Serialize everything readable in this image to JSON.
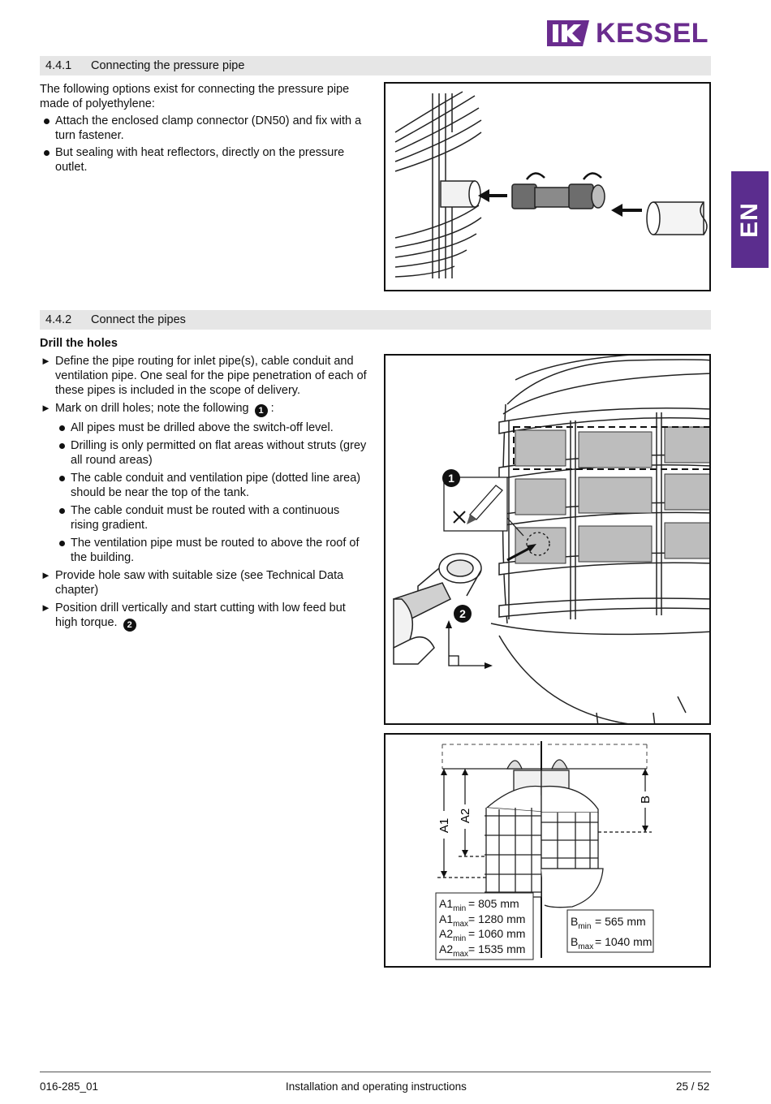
{
  "brand": {
    "name": "KESSEL",
    "color": "#6a2c8e"
  },
  "language_tab": {
    "label": "EN",
    "color": "#5b2d8e"
  },
  "section1": {
    "number": "4.4.1",
    "title": "Connecting the pressure pipe",
    "intro": "The following options exist for connecting the pressure pipe made of polyethylene:",
    "bullets": [
      "Attach the enclosed clamp connector (DN50) and fix with a turn fastener.",
      "But sealing with heat reflectors, directly on the pressure outlet."
    ]
  },
  "section2": {
    "number": "4.4.2",
    "title": "Connect the pipes",
    "subheading": "Drill the holes",
    "step1": "Define the pipe routing for inlet pipe(s), cable conduit and ventilation pipe. One seal for the pipe penetration of each of these pipes is included in the scope of delivery.",
    "step2_text": "Mark on drill holes; note the following",
    "step2_badge": "1",
    "step2_suffix": ":",
    "sub_bullets": [
      "All pipes must be drilled above the switch-off level.",
      "Drilling is only permitted on flat areas without struts (grey all round areas)",
      "The cable conduit and ventilation pipe (dotted line area) should be near the top of the tank.",
      "The cable conduit must be routed with a continuous rising gradient.",
      "The ventilation pipe must be routed to above the roof of the building."
    ],
    "step3": "Provide hole saw with suitable size (see Technical Data chapter)",
    "step4_text": "Position drill vertically and start cutting with low feed but high torque.",
    "step4_badge": "2",
    "arrow_glyph": "►"
  },
  "figure2": {
    "callout1": "1",
    "callout2": "2"
  },
  "figure3": {
    "labels": {
      "a1": "A1",
      "a2": "A2",
      "b": "B"
    },
    "table_a": [
      {
        "name": "A1",
        "sub": "min",
        "value": "= 805 mm"
      },
      {
        "name": "A1",
        "sub": "max",
        "value": "= 1280 mm"
      },
      {
        "name": "A2",
        "sub": "min",
        "value": "= 1060 mm"
      },
      {
        "name": "A2",
        "sub": "max",
        "value": "= 1535 mm"
      }
    ],
    "table_b": [
      {
        "name": "B",
        "sub": "min",
        "value": "= 565 mm"
      },
      {
        "name": "B",
        "sub": "max",
        "value": "= 1040 mm"
      }
    ]
  },
  "footer": {
    "doc_number": "016-285_01",
    "doc_title": "Installation and operating instructions",
    "page": "25 / 52"
  }
}
